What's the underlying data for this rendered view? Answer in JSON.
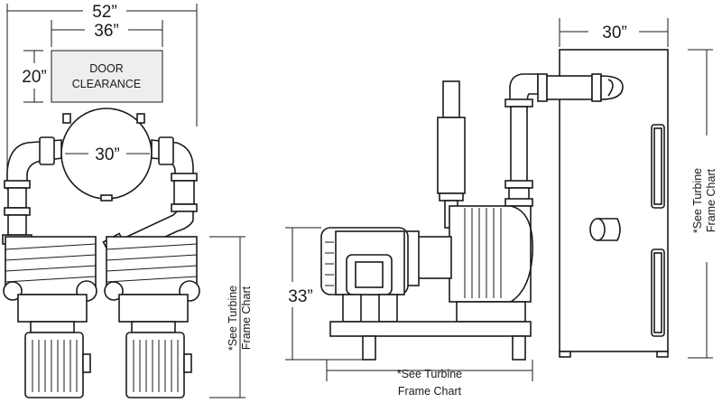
{
  "top_view": {
    "overall_width": "52”",
    "inner_width": "36”",
    "door_depth": "20”",
    "door_label_line1": "DOOR",
    "door_label_line2": "CLEARANCE",
    "tank_diameter": "30”",
    "side_note_line1": "*See Turbine",
    "side_note_line2": "Frame Chart"
  },
  "front_view": {
    "height": "33”",
    "bottom_note_line1": "*See Turbine",
    "bottom_note_line2": "Frame Chart"
  },
  "side_view": {
    "depth": "30”",
    "side_note_line1": "*See Turbine",
    "side_note_line2": "Frame Chart"
  }
}
